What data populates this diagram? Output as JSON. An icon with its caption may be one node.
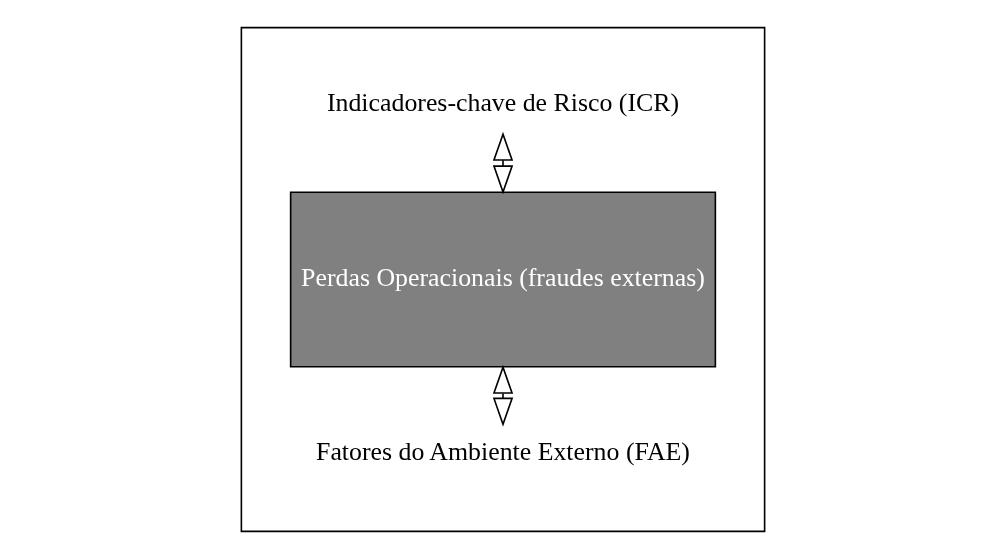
{
  "diagram": {
    "nodes": [
      {
        "text": [],
        "shape": "box"
      },
      {
        "text": [
          "Indicadores-chave de Risco (ICR)"
        ],
        "in": 0
      },
      {
        "text": [
          "Perdas Operacionais (fraudes externas)"
        ],
        "in": 0
      },
      {
        "text": [
          "Fatores do Ambiente Externo (FAE)"
        ],
        "in": 0
      }
    ],
    "edges": [
      {
        "from": 1,
        "to": 2,
        "arrow": "both"
      },
      {
        "from": 2,
        "to": 3,
        "arrow": "both"
      }
    ]
  }
}
